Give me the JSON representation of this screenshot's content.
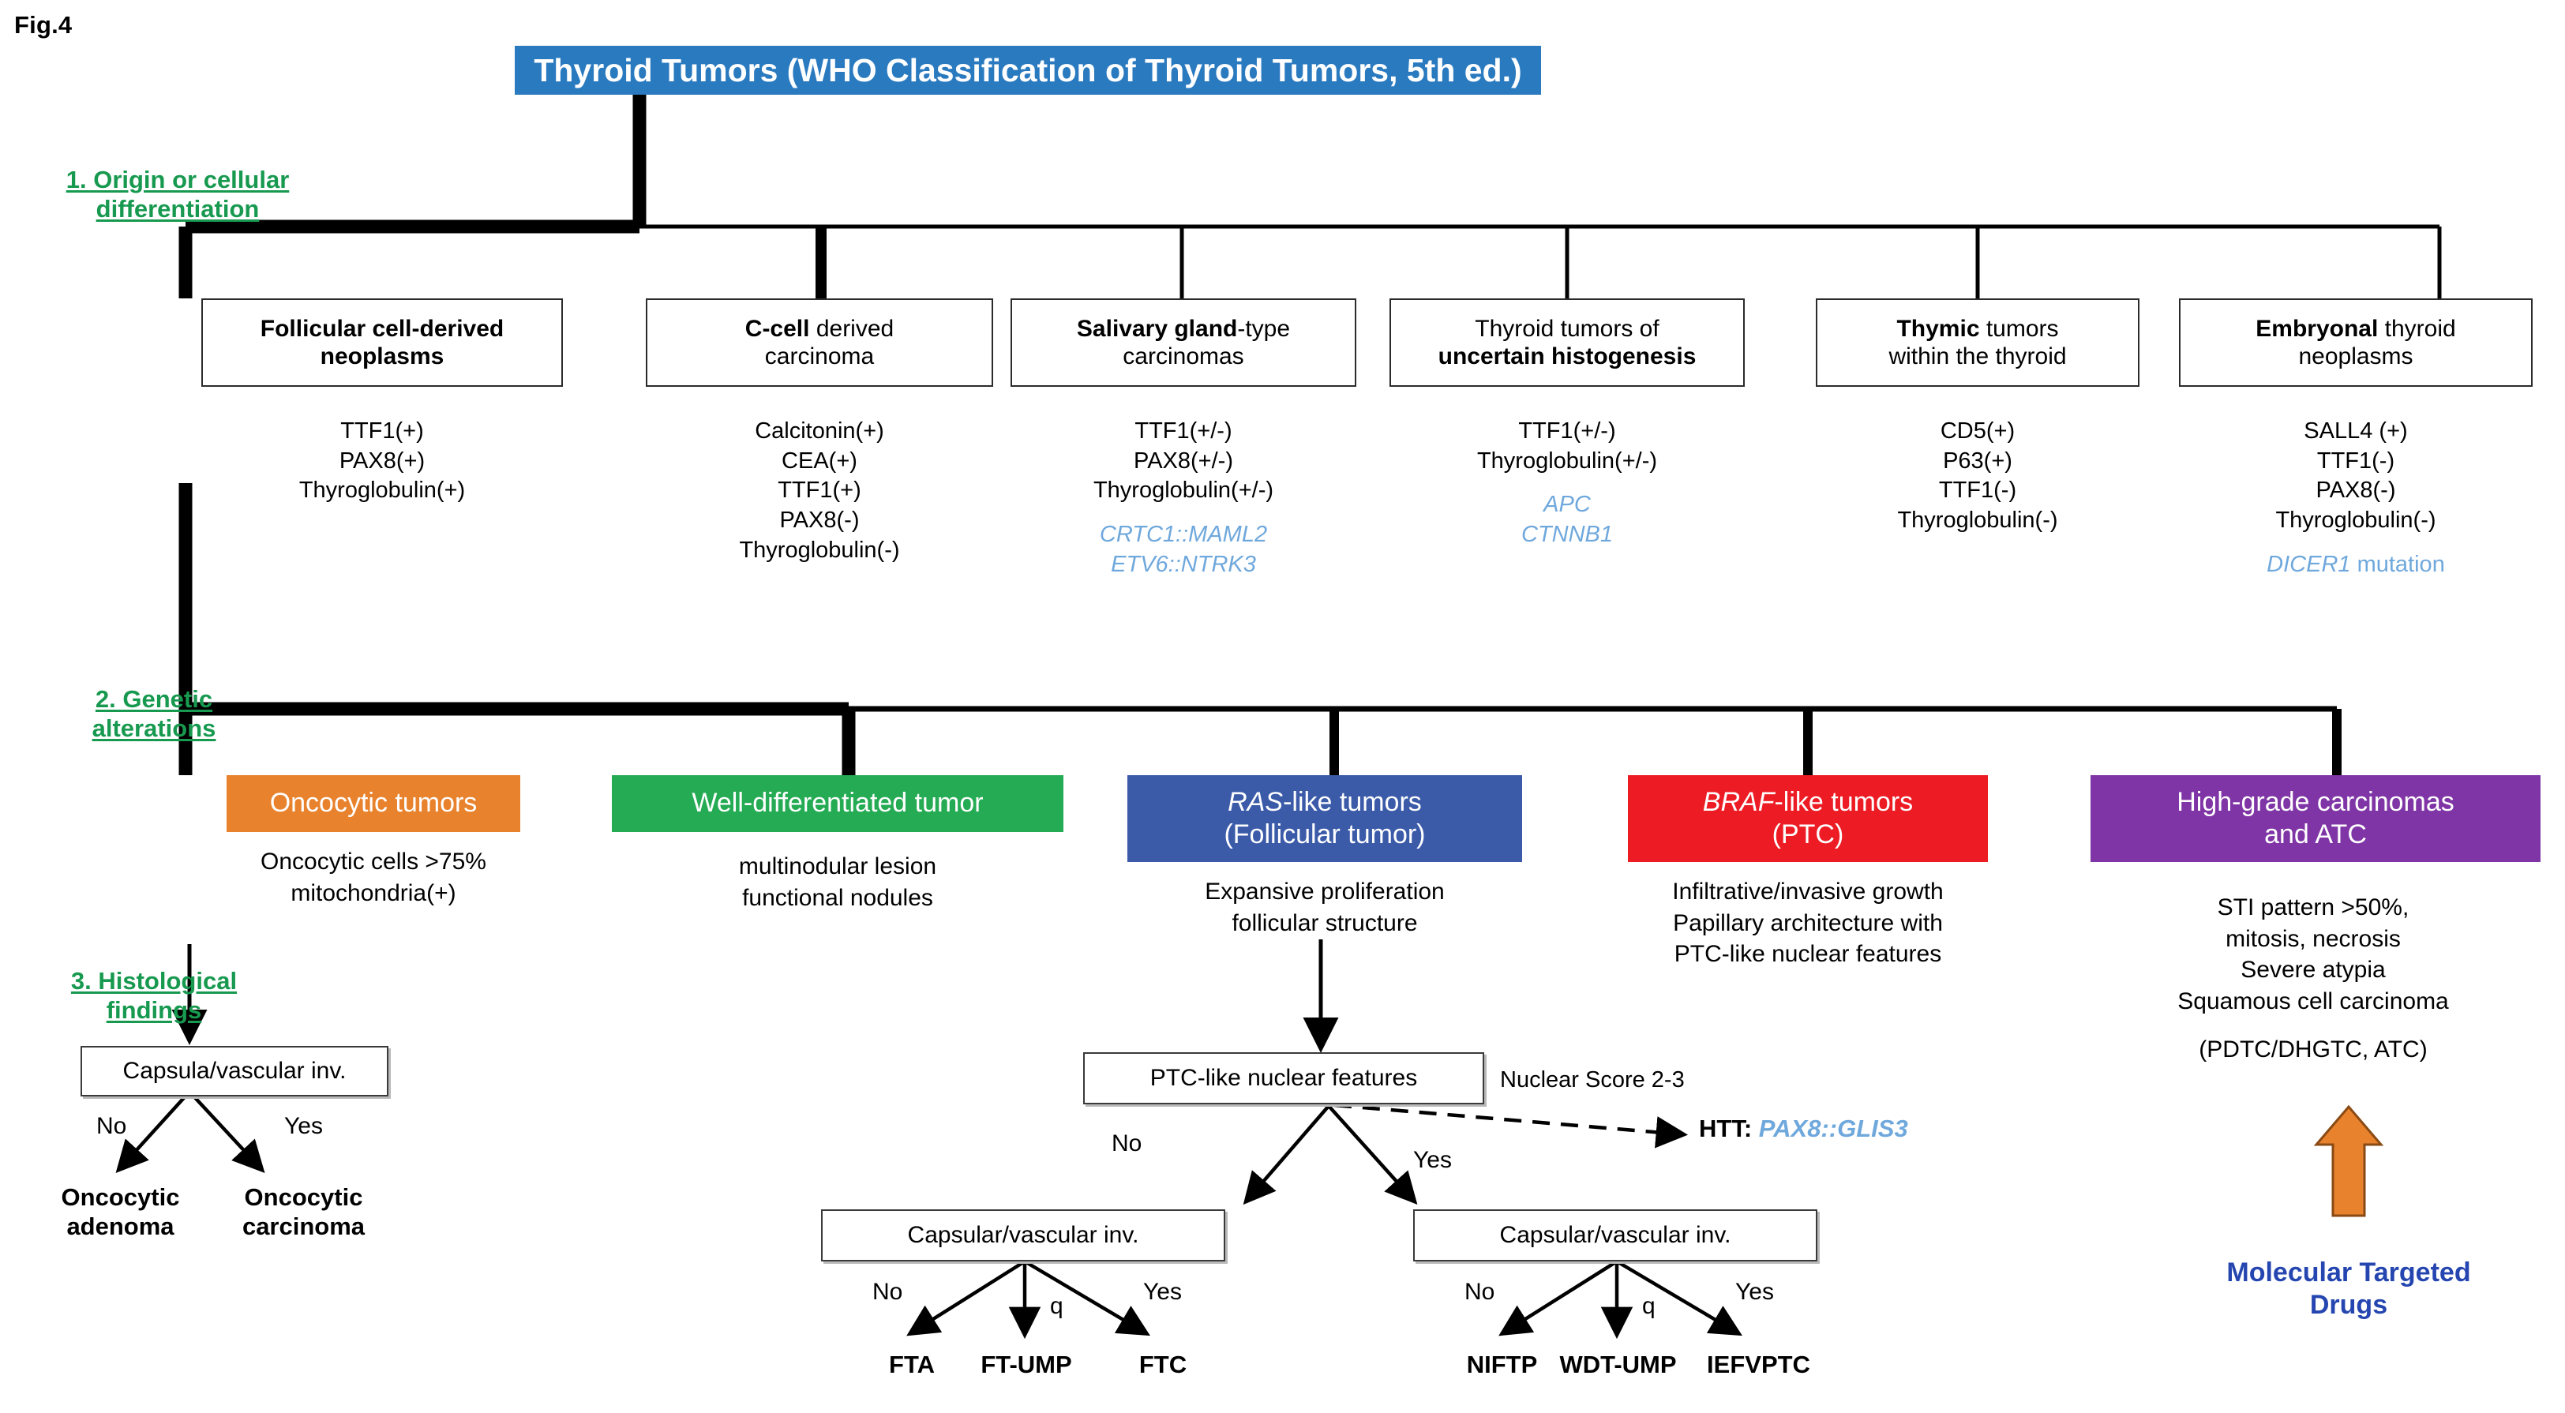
{
  "figure": {
    "label": "Fig.4"
  },
  "title": {
    "text": "Thyroid Tumors (WHO Classification of Thyroid Tumors, 5th ed.)",
    "bg": "#2a7ac0",
    "color": "#ffffff"
  },
  "steps": [
    {
      "id": "origin",
      "line1": "1. Origin or cellular",
      "line2": "differentiation",
      "color": "#17994f"
    },
    {
      "id": "genetic",
      "line1": "2. Genetic",
      "line2": "alterations",
      "color": "#17994f"
    },
    {
      "id": "histology",
      "line1": "3. Histological",
      "line2": "findings",
      "color": "#17994f"
    }
  ],
  "origin_categories": [
    {
      "bold": "Follicular cell-derived",
      "rest": "",
      "line2": "neoplasms",
      "markers": [
        "TTF1(+)",
        "PAX8(+)",
        "Thyroglobulin(+)"
      ],
      "genes": []
    },
    {
      "bold": "C-cell",
      "rest": " derived",
      "line2": "carcinoma",
      "markers": [
        "Calcitonin(+)",
        "CEA(+)",
        "TTF1(+)",
        "PAX8(-)",
        "Thyroglobulin(-)"
      ],
      "genes": []
    },
    {
      "bold": "Salivary gland",
      "rest": "-type",
      "line2": "carcinomas",
      "markers": [
        "TTF1(+/-)",
        "PAX8(+/-)",
        "Thyroglobulin(+/-)"
      ],
      "genes": [
        "CRTC1::MAML2",
        "ETV6::NTRK3"
      ]
    },
    {
      "bold": "",
      "rest": "Thyroid tumors of",
      "line2_bold": "uncertain histogenesis",
      "markers": [
        "TTF1(+/-)",
        "Thyroglobulin(+/-)"
      ],
      "genes": [
        "APC",
        "CTNNB1"
      ]
    },
    {
      "bold": "Thymic",
      "rest": " tumors",
      "line2": "within the thyroid",
      "markers": [
        "CD5(+)",
        "P63(+)",
        "TTF1(-)",
        "Thyroglobulin(-)"
      ],
      "genes": []
    },
    {
      "bold": "Embryonal",
      "rest": " thyroid",
      "line2": "neoplasms",
      "markers": [
        "SALL4 (+)",
        "TTF1(-)",
        "PAX8(-)",
        "Thyroglobulin(-)"
      ],
      "genes": [
        "DICER1 mutation"
      ],
      "gene_italic_prefix": "DICER1",
      "gene_plain_suffix": " mutation"
    }
  ],
  "genetic_groups": [
    {
      "id": "oncocytic",
      "label": "Oncocytic tumors",
      "bg": "#e8822c",
      "features": [
        "Oncocytic cells >75%",
        "mitochondria(+)"
      ]
    },
    {
      "id": "well-differentiated",
      "label": "Well-differentiated tumor",
      "bg": "#25ab54",
      "features": [
        "multinodular lesion",
        "functional nodules"
      ]
    },
    {
      "id": "ras-like",
      "label_italic": "RAS",
      "label_rest": "-like tumors",
      "label_line2": "(Follicular tumor)",
      "bg": "#3b5ba9",
      "features": [
        "Expansive proliferation",
        "follicular structure"
      ]
    },
    {
      "id": "braf-like",
      "label_italic": "BRAF",
      "label_rest": "-like tumors",
      "label_line2": "(PTC)",
      "bg": "#ed1c24",
      "features": [
        "Infiltrative/invasive growth",
        "Papillary architecture with",
        "PTC-like nuclear features"
      ]
    },
    {
      "id": "high-grade",
      "label": "High-grade carcinomas",
      "label_line2": "and ATC",
      "bg": "#7f35a5",
      "features": [
        "STI pattern >50%,",
        "mitosis, necrosis",
        "Severe atypia",
        "Squamous cell carcinoma",
        "",
        "(PDTC/DHGTC, ATC)"
      ]
    }
  ],
  "decisions": {
    "oncocytic": {
      "box": "Capsula/vascular inv.",
      "branches": [
        {
          "label": "No",
          "outcome_line1": "Oncocytic",
          "outcome_line2": "adenoma"
        },
        {
          "label": "Yes",
          "outcome_line1": "Oncocytic",
          "outcome_line2": "carcinoma"
        }
      ]
    },
    "ptc_nuclear": {
      "box": "PTC-like nuclear features",
      "note": "Nuclear Score 2-3",
      "htt_label": "HTT:",
      "htt_gene": "PAX8::GLIS3",
      "branches": [
        {
          "label": "No"
        },
        {
          "label": "Yes"
        }
      ]
    },
    "follicular": {
      "box": "Capsular/vascular inv.",
      "branches": [
        {
          "label": "No",
          "outcome": "FTA"
        },
        {
          "label": "q",
          "outcome": "FT-UMP"
        },
        {
          "label": "Yes",
          "outcome": "FTC"
        }
      ]
    },
    "ptc_positive": {
      "box": "Capsular/vascular inv.",
      "branches": [
        {
          "label": "No",
          "outcome": "NIFTP"
        },
        {
          "label": "q",
          "outcome": "WDT-UMP"
        },
        {
          "label": "Yes",
          "outcome": "IEFVPTC"
        }
      ]
    }
  },
  "therapy": {
    "label_line1": "Molecular Targeted",
    "label_line2": "Drugs",
    "color": "#2546b0",
    "arrow_color": "#e8822c"
  }
}
